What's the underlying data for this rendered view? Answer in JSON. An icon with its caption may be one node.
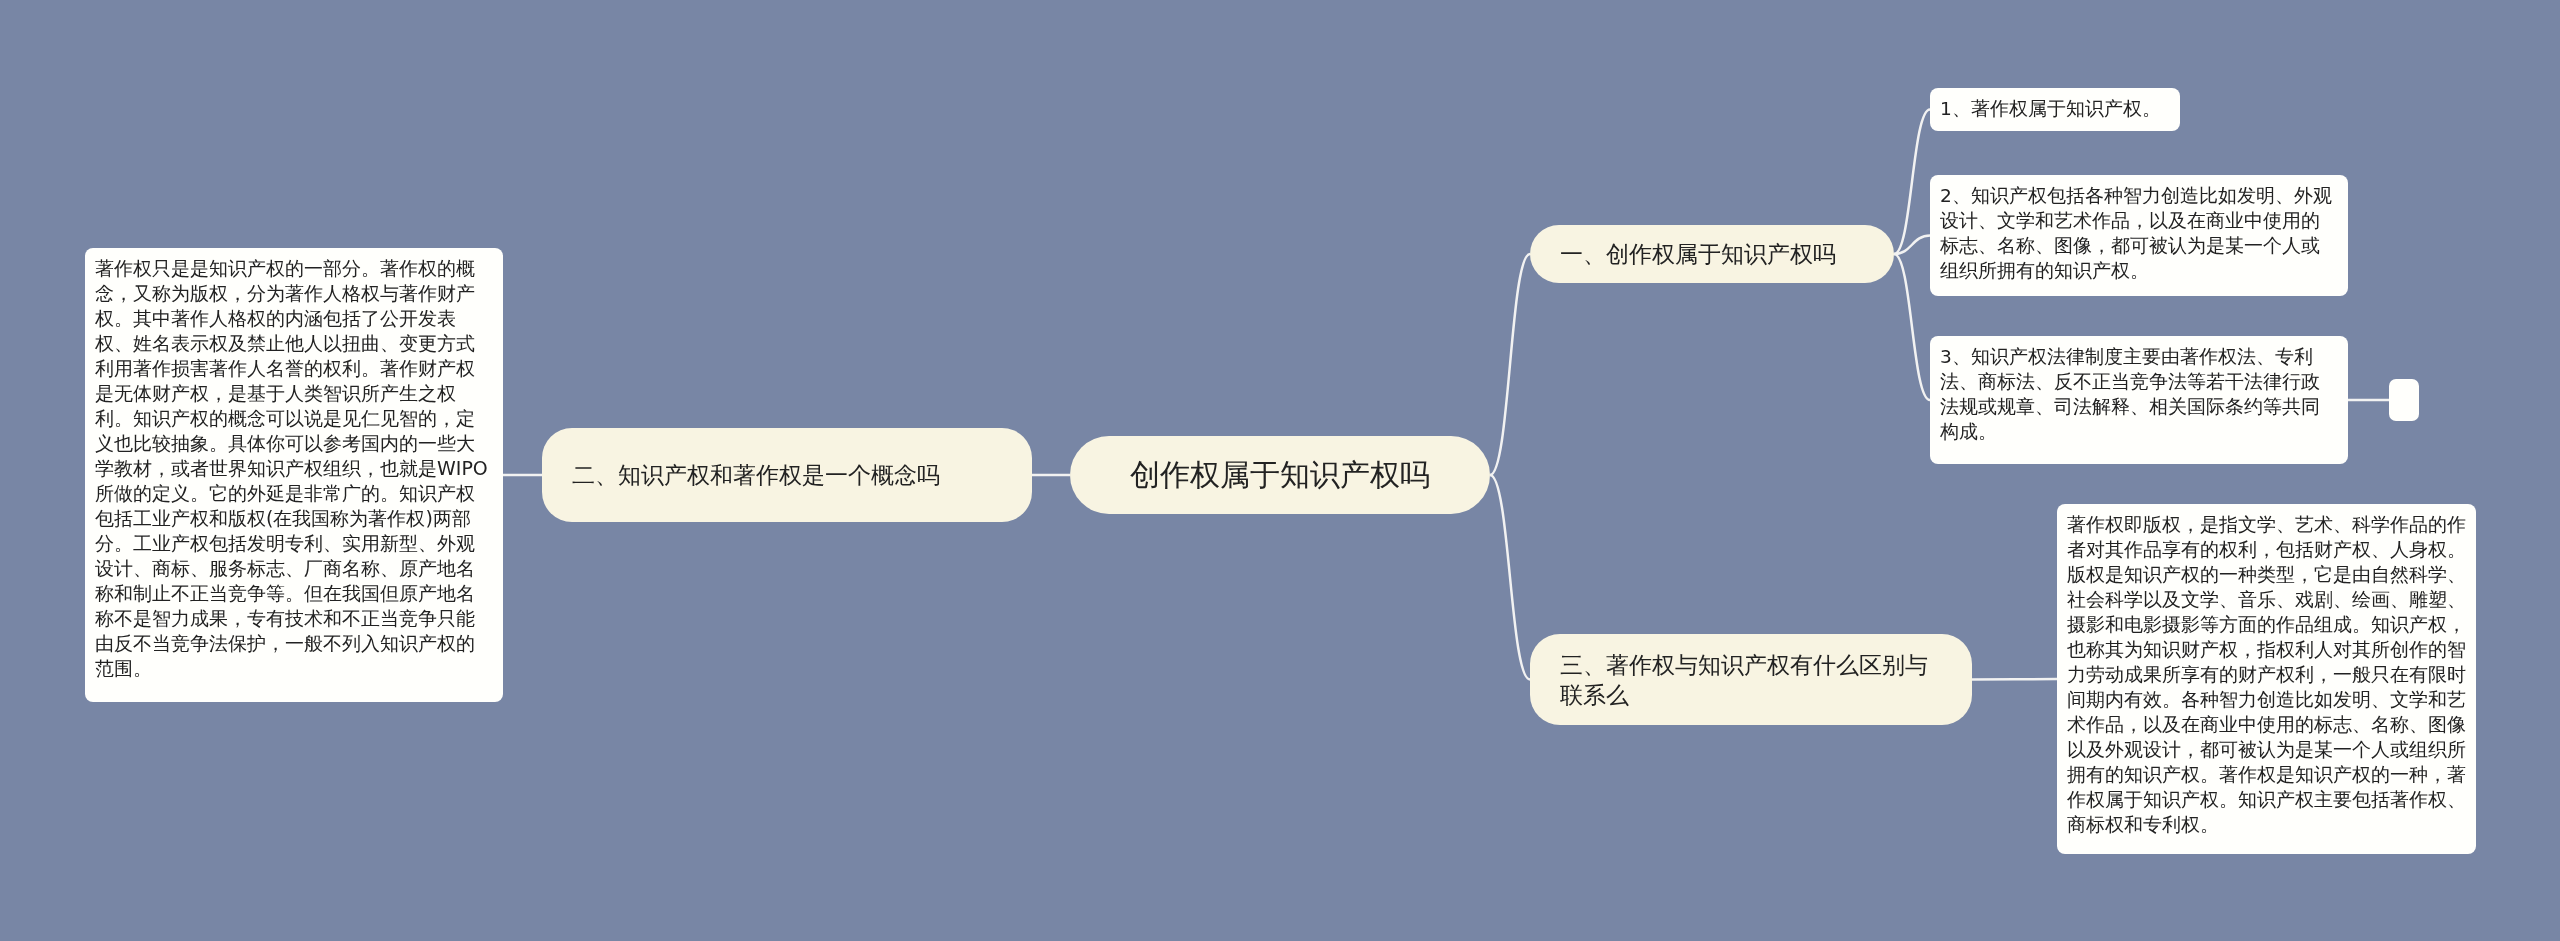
{
  "diagram": {
    "nodes": [
      {
        "text": [
          "创作权属于知识产权吗"
        ]
      },
      {
        "text": [
          "一、创作权属于知识产权吗"
        ]
      },
      {
        "text": [
          "二、知识产权和著作权是一个概念吗"
        ]
      },
      {
        "text": [
          "三、著作权与知识产权有什么区别与联系么"
        ]
      },
      {
        "text": [
          "1、著作权属于知识产权。"
        ]
      },
      {
        "text": [
          "2、知识产权包括各种智力创造比如发明、外观设计、文学和艺术作品，以及在商业中使用的标志、名称、图像，都可被认为是某一个人或组织所拥有的知识产权。"
        ]
      },
      {
        "text": [
          "3、知识产权法律制度主要由著作权法、专利法、商标法、反不正当竞争法等若干法律行政法规或规章、司法解释、相关国际条约等共同构成。"
        ]
      },
      {
        "text": [],
        "shape": "box"
      },
      {
        "text": [
          "著作权只是是知识产权的一部分。著作权的概念，又称为版权，分为著作人格权与著作财产权。其中著作人格权的内涵包括了公开发表权、姓名表示权及禁止他人以扭曲、变更方式利用著作损害著作人名誉的权利。著作财产权是无体财产权，是基于人类智识所产生之权利。知识产权的概念可以说是见仁见智的，定义也比较抽象。具体你可以参考国内的一些大学教材，或者世界知识产权组织，也就是WIPO所做的定义。它的外延是非常广的。知识产权包括工业产权和版权(在我国称为著作权)两部分。工业产权包括发明专利、实用新型、外观设计、商标、服务标志、厂商名称、原产地名称和制止不正当竞争等。但在我国但原产地名称不是智力成果，专有技术和不正当竞争只能由反不当竞争法保护，一般不列入知识产权的范围。"
        ]
      },
      {
        "text": [
          "著作权即版权，是指文学、艺术、科学作品的作者对其作品享有的权利，包括财产权、人身权。版权是知识产权的一种类型，它是由自然科学、社会科学以及文学、音乐、戏剧、绘画、雕塑、摄影和电影摄影等方面的作品组成。知识产权，也称其为知识财产权，指权利人对其所创作的智力劳动成果所享有的财产权利，一般只在有限时间期内有效。各种智力创造比如发明、文学和艺术作品，以及在商业中使用的标志、名称、图像以及外观设计，都可被认为是某一个人或组织所拥有的知识产权。著作权是知识产权的一种，著作权属于知识产权。知识产权主要包括著作权、商标权和专利权。"
        ]
      }
    ],
    "edges": [
      {
        "from": 0,
        "to": 1,
        "arrow": "none"
      },
      {
        "from": 0,
        "to": 2,
        "arrow": "none"
      },
      {
        "from": 0,
        "to": 3,
        "arrow": "none"
      },
      {
        "from": 1,
        "to": 4,
        "arrow": "none"
      },
      {
        "from": 1,
        "to": 5,
        "arrow": "none"
      },
      {
        "from": 1,
        "to": 6,
        "arrow": "none"
      },
      {
        "from": 6,
        "to": 7,
        "arrow": "none"
      },
      {
        "from": 2,
        "to": 8,
        "arrow": "none"
      },
      {
        "from": 3,
        "to": 9,
        "arrow": "none"
      }
    ]
  }
}
